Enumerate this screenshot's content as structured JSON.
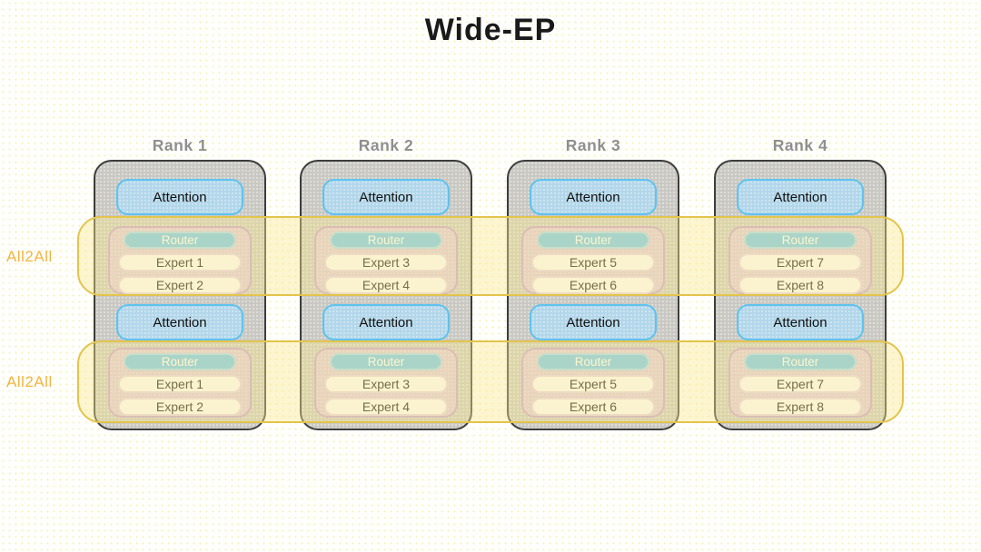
{
  "title": "Wide-EP",
  "bands": [
    {
      "label": "All2All"
    },
    {
      "label": "All2All"
    }
  ],
  "ranks": [
    {
      "label": "Rank 1",
      "attention": "Attention",
      "router": "Router",
      "experts": [
        "Expert 1",
        "Expert 2"
      ]
    },
    {
      "label": "Rank 2",
      "attention": "Attention",
      "router": "Router",
      "experts": [
        "Expert 3",
        "Expert 4"
      ]
    },
    {
      "label": "Rank 3",
      "attention": "Attention",
      "router": "Router",
      "experts": [
        "Expert 5",
        "Expert 6"
      ]
    },
    {
      "label": "Rank 4",
      "attention": "Attention",
      "router": "Router",
      "experts": [
        "Expert 7",
        "Expert 8"
      ]
    }
  ],
  "colors": {
    "title_text": "#1a1a1a",
    "rank_label_text": "#8f8f8f",
    "rank_box_fill": "#c9c8c2",
    "rank_box_border": "#3d3d3d",
    "attention_fill": "#b3d7ea",
    "attention_border": "#5fc3ef",
    "moe_fill": "#dcc6dc",
    "moe_border": "#c79fd2",
    "router_fill": "#72c7f0",
    "router_border": "#a5daf4",
    "expert_fill": "#fdfbfe",
    "expert_border": "#e6d5e8",
    "band_fill": "#fbf0aa",
    "band_border": "#e3c44c",
    "all2all_text": "#f2b545",
    "background": "#fffffe"
  }
}
